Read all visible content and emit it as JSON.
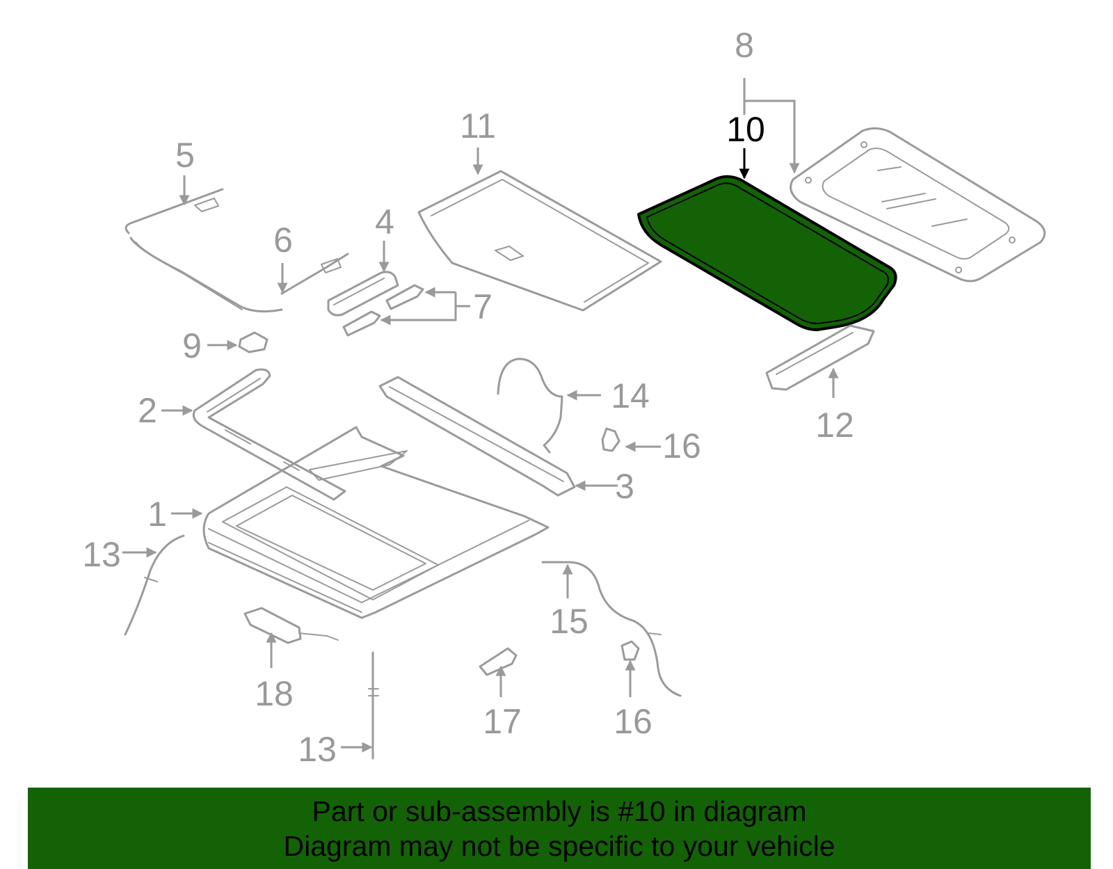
{
  "diagram": {
    "highlight_part": "10",
    "highlight_color": "#136306",
    "part_line_color": "#9a9a9a",
    "callouts": {
      "c1": "1",
      "c2": "2",
      "c3": "3",
      "c4": "4",
      "c5": "5",
      "c6": "6",
      "c7": "7",
      "c8": "8",
      "c9": "9",
      "c10": "10",
      "c11": "11",
      "c12": "12",
      "c13a": "13",
      "c13b": "13",
      "c14": "14",
      "c15": "15",
      "c16a": "16",
      "c16b": "16",
      "c17": "17",
      "c18": "18"
    }
  },
  "footer": {
    "line1": "Part or sub-assembly is #10 in diagram",
    "line2": "Diagram may not be specific to your vehicle",
    "background": "#136306"
  }
}
